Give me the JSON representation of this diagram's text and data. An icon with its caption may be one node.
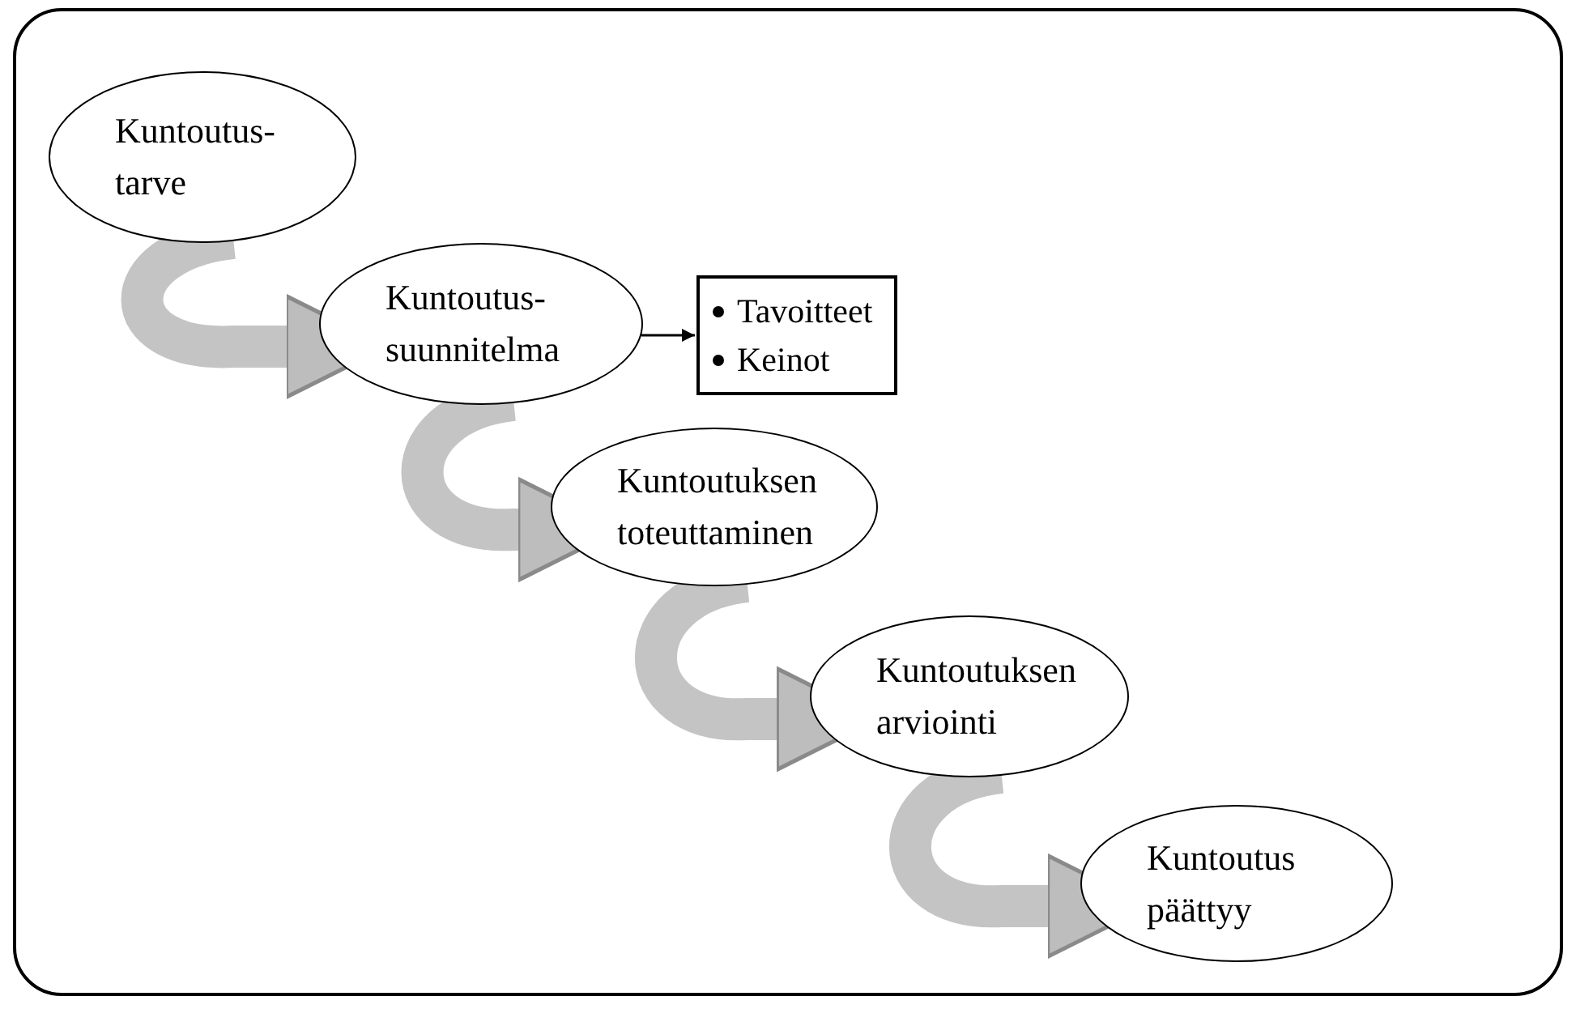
{
  "diagram": {
    "nodes": [
      {
        "text": [],
        "shape": "box"
      },
      {
        "text": [
          "Kuntoutus- tarve"
        ],
        "in": 0
      },
      {
        "text": [
          "Kuntoutus- suunnitelma"
        ],
        "in": 0
      },
      {
        "text": [
          "Tavoitteet",
          "Keinot"
        ],
        "in": 0
      },
      {
        "text": [
          "Kuntoutuksen toteuttaminen"
        ],
        "in": 0
      },
      {
        "text": [
          "Kuntoutuksen arviointi"
        ],
        "in": 0
      },
      {
        "text": [
          "Kuntoutus päättyy"
        ],
        "in": 0
      }
    ],
    "edges": [
      {
        "from": 1,
        "to": 2,
        "arrow": "to"
      },
      {
        "from": 2,
        "to": 3,
        "arrow": "to",
        "color": "#000000"
      },
      {
        "from": 2,
        "to": 4,
        "arrow": "to"
      },
      {
        "from": 4,
        "to": 5,
        "arrow": "to"
      },
      {
        "from": 5,
        "to": 6,
        "arrow": "to"
      }
    ]
  }
}
